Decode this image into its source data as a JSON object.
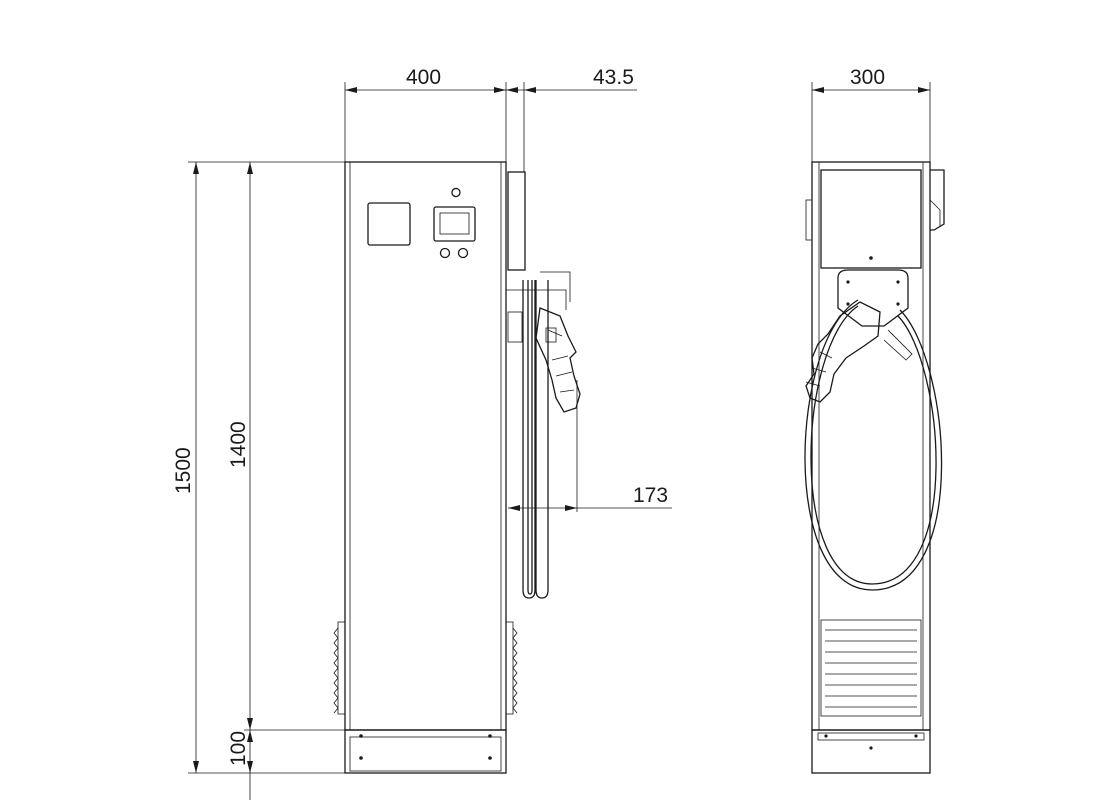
{
  "dimensions": {
    "front_width": "400",
    "connector_offset": "43.5",
    "side_width": "300",
    "total_height": "1500",
    "body_height": "1400",
    "base_height": "100",
    "cable_depth": "173"
  }
}
